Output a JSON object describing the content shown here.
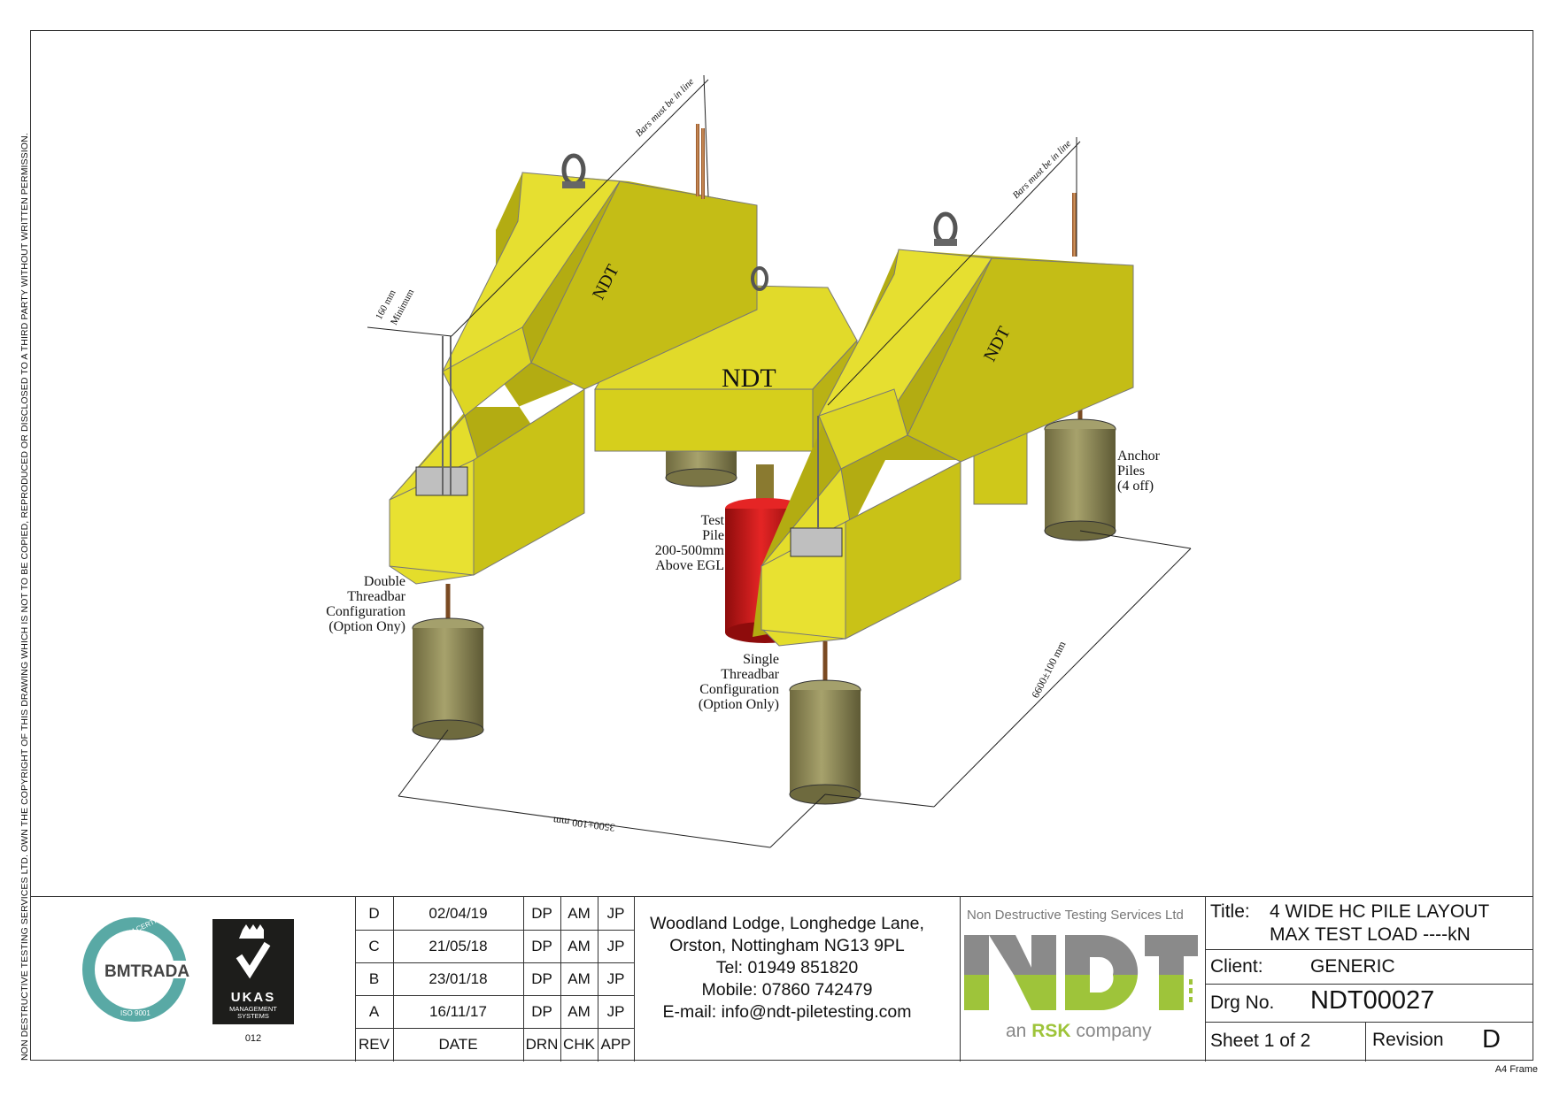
{
  "copyright_notice": "NON DESTRUCTIVE TESTING SERVICES LTD.  OWN THE COPYRIGHT OF THIS DRAWING WHICH IS NOT TO BE COPIED, REPRODUCED OR DISCLOSED TO A THIRD PARTY WITHOUT WRITTEN PERMISSION.",
  "frame_label": "A4 Frame",
  "drawing": {
    "beam_label_main": "NDT",
    "beam_label_left": "NDT",
    "beam_label_right": "NDT",
    "bars_note_left": "Bars must be in line",
    "bars_note_right": "Bars must be in line",
    "min_dim_1": "160 mm",
    "min_dim_2": "Minimum",
    "anchor_piles": [
      "Anchor",
      "Piles",
      "(4 off)"
    ],
    "test_pile": [
      "Test",
      "Pile",
      "200-500mm",
      "Above EGL"
    ],
    "double_threadbar": [
      "Double",
      "Threadbar",
      "Configuration",
      "(Option Ony)"
    ],
    "single_threadbar": [
      "Single",
      "Threadbar",
      "Configuration",
      "(Option Only)"
    ],
    "dim_width": "3500±100 mm",
    "dim_length": "6600±100 mm",
    "colors": {
      "beam": "#d8d21e",
      "beam_dark": "#b3ac12",
      "anchor_pile": "#8f8a57",
      "test_pile": "#cc1a1a"
    }
  },
  "certs": {
    "bm_trada_top": "SYSTEM CERTIFICATION",
    "bm_trada_name": "BMTRADA",
    "bm_trada_iso": "ISO 9001",
    "ukas_name": "UKAS",
    "ukas_sub1": "MANAGEMENT",
    "ukas_sub2": "SYSTEMS",
    "ukas_number": "012"
  },
  "revisions": {
    "rows": [
      {
        "rev": "D",
        "date": "02/04/19",
        "drn": "DP",
        "chk": "AM",
        "app": "JP"
      },
      {
        "rev": "C",
        "date": "21/05/18",
        "drn": "DP",
        "chk": "AM",
        "app": "JP"
      },
      {
        "rev": "B",
        "date": "23/01/18",
        "drn": "DP",
        "chk": "AM",
        "app": "JP"
      },
      {
        "rev": "A",
        "date": "16/11/17",
        "drn": "DP",
        "chk": "AM",
        "app": "JP"
      }
    ],
    "header": {
      "rev": "REV",
      "date": "DATE",
      "drn": "DRN",
      "chk": "CHK",
      "app": "APP"
    }
  },
  "address": {
    "line1": "Woodland Lodge, Longhedge Lane,",
    "line2": "Orston, Nottingham NG13 9PL",
    "tel": "Tel: 01949 851820",
    "mobile": "Mobile: 07860 742479",
    "email": "E-mail: info@ndt-piletesting.com"
  },
  "company": {
    "name": "Non Destructive Testing Services Ltd",
    "logo": "NDT",
    "tagline_pre": "an",
    "tagline_brand": "RSK",
    "tagline_post": "company",
    "colors": {
      "logo_grey": "#8a8a8a",
      "logo_green": "#9ec43a"
    }
  },
  "title_block": {
    "title_label": "Title:",
    "title_line1": "4 WIDE HC PILE LAYOUT",
    "title_line2": "MAX TEST LOAD ----kN",
    "client_label": "Client:",
    "client": "GENERIC",
    "drg_label": "Drg No.",
    "drg_no": "NDT00027",
    "sheet": "Sheet 1 of 2",
    "revision_label": "Revision",
    "revision": "D"
  }
}
